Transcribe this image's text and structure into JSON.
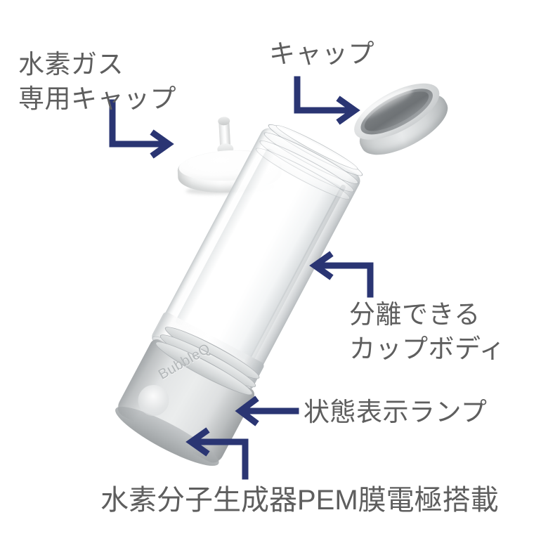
{
  "image": {
    "kind": "product-exploded-diagram",
    "background_color": "#ffffff",
    "label_color": "#5e5e5e",
    "arrow_color": "#2a3573"
  },
  "labels": {
    "hydrogen_cap": {
      "line1": "水素ガス",
      "line2": "専用キャップ"
    },
    "cap": {
      "line1": "キャップ"
    },
    "cup_body": {
      "line1": "分離できる",
      "line2": "カップボディ"
    },
    "status_lamp": {
      "line1": "状態表示ランプ"
    },
    "pem_unit": {
      "line1": "水素分子生成器PEM膜電極搭載"
    }
  },
  "product": {
    "brand_logo": "BubbleQ",
    "parts": [
      {
        "name": "hydrogen-gas-cap",
        "color": "#ffffff"
      },
      {
        "name": "cap",
        "color": "#d2d5d6"
      },
      {
        "name": "glass-cup-body",
        "color": "#f5f6f7"
      },
      {
        "name": "generator-base-unit",
        "color": "#dfe1e2"
      },
      {
        "name": "status-lamp",
        "color": "#e2e4e5"
      }
    ]
  },
  "arrows": [
    {
      "name": "arrow-to-hydrogen-cap",
      "shape": "down-then-right"
    },
    {
      "name": "arrow-to-cap",
      "shape": "down-then-right"
    },
    {
      "name": "arrow-to-cup-body",
      "shape": "up-then-left"
    },
    {
      "name": "arrow-to-status-lamp",
      "shape": "straight-left"
    },
    {
      "name": "arrow-to-pem-unit",
      "shape": "up-then-left"
    }
  ]
}
